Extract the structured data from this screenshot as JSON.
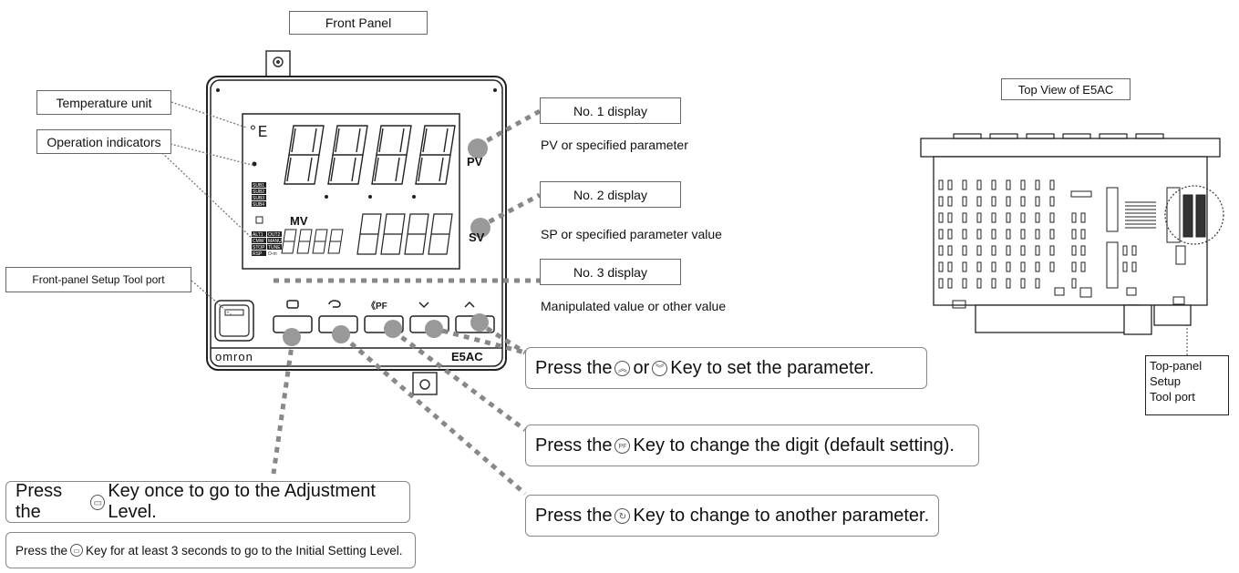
{
  "labels": {
    "front_panel": "Front Panel",
    "top_view": "Top View of E5AC",
    "temperature_unit": "Temperature unit",
    "operation_indicators": "Operation indicators",
    "front_setup_port": "Front-panel Setup Tool port",
    "no1_display": "No. 1 display",
    "no1_desc": "PV or specified parameter",
    "no2_display": "No. 2 display",
    "no2_desc": "SP or specified parameter value",
    "no3_display": "No. 3 display",
    "no3_desc": "Manipulated value or other value",
    "top_port_line1": "Top-panel",
    "top_port_line2": "Setup",
    "top_port_line3": "Tool port"
  },
  "panel": {
    "brand": "omron",
    "model": "E5AC",
    "pv_label": "PV",
    "sv_label": "SV",
    "mv_label": "MV",
    "sub_indicators": [
      "SUB1",
      "SUB2",
      "SUB3",
      "SUB4"
    ],
    "op_indicators": [
      "ALT1",
      "OUT2",
      "CMW",
      "MANU",
      "STOP",
      "TUNE",
      "RSP",
      "O-m"
    ]
  },
  "callouts": {
    "up_down": {
      "pre": "Press the",
      "key1": "up-key",
      "mid": "or",
      "key2": "down-key",
      "post": "Key to set the parameter."
    },
    "shift": {
      "pre": "Press the",
      "key": "PF-key",
      "post": "Key to change the digit (default setting)."
    },
    "mode": {
      "pre": "Press the",
      "key": "mode-key",
      "post": "Key to change to another parameter."
    },
    "level_once": {
      "pre": "Press the",
      "key": "level-key",
      "post": "Key once to go to the Adjustment Level."
    },
    "level_hold": {
      "pre": "Press the",
      "key": "level-key",
      "post": "Key for at least 3 seconds to go to the Initial Setting Level."
    }
  },
  "key_glyphs": {
    "up": "︽",
    "down": "︾",
    "pf": "PF",
    "mode": "↻",
    "level": "▭"
  }
}
